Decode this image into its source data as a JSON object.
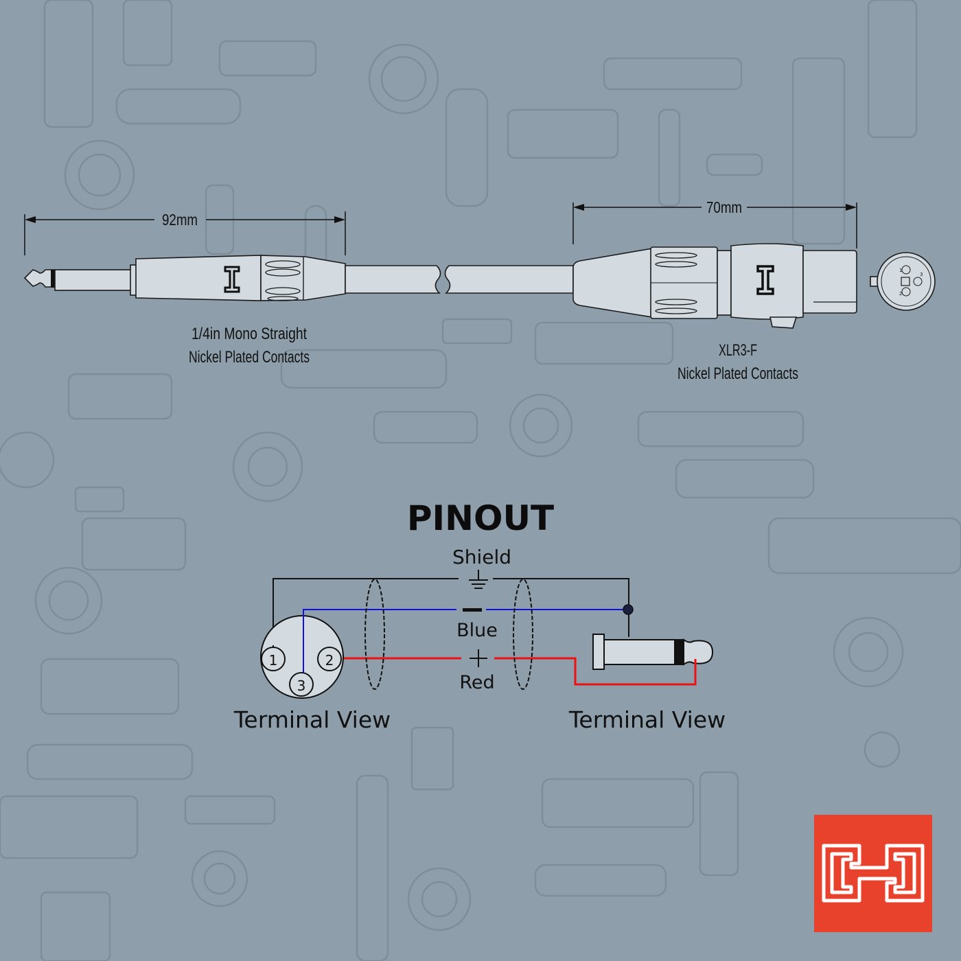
{
  "colors": {
    "background": "#8e9fab",
    "connector_fill": "#d3dbe1",
    "blue_wire": "#1010e0",
    "red_wire": "#ee1111",
    "brand_red": "#e8412c"
  },
  "plug_end": {
    "dimension": "92mm",
    "label_line1": "1/4in Mono Straight",
    "label_line2": "Nickel Plated Contacts"
  },
  "xlr_end": {
    "dimension": "70mm",
    "label_line1": "XLR3-F",
    "label_line2": "Nickel Plated Contacts",
    "face_pins": [
      "1",
      "2",
      "3"
    ]
  },
  "pinout": {
    "title": "PINOUT",
    "shield_label": "Shield",
    "blue_label": "Blue",
    "red_label": "Red",
    "xlr_pins": [
      "1",
      "2",
      "3"
    ],
    "left_caption": "Terminal View",
    "right_caption": "Terminal View"
  },
  "brand": {
    "logo_icon": "hosa-h-logo"
  }
}
